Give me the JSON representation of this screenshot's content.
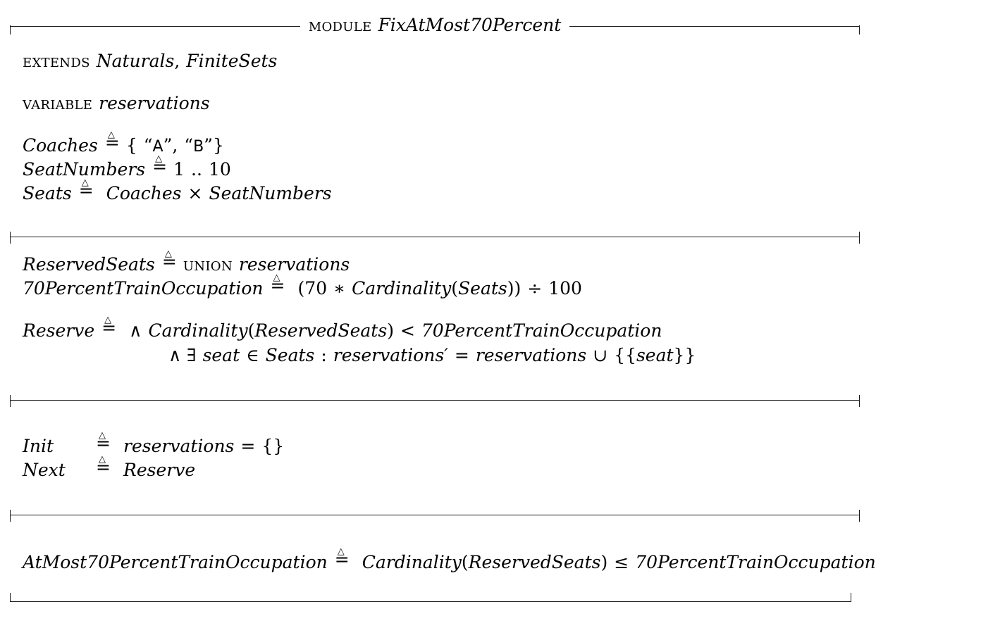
{
  "document": {
    "kind": "tla-module",
    "module_keyword": "module",
    "module_name": "FixAtMost70Percent",
    "background": "#ffffff",
    "ink": "#000000"
  },
  "symbols": {
    "defeq_triangle": "△",
    "defeq_equals": "=",
    "times": "×",
    "divide": "÷",
    "union_op": "∪",
    "member": "∈",
    "exists": "∃",
    "and": "∧",
    "lt": "<",
    "le": "≤",
    "eq": "=",
    "prime": "′",
    "asterisk": "∗",
    "dotdot": "..",
    "comma": ",",
    "colon": ":",
    "lbrace": "{",
    "rbrace": "}",
    "lparen": "(",
    "rparen": ")",
    "empty_set": "{}",
    "lquote": "“",
    "rquote": "”"
  },
  "blocks": {
    "extends": {
      "keyword": "extends",
      "modules": [
        "Naturals",
        "FiniteSets"
      ],
      "text": "EXTENDS Naturals, FiniteSets"
    },
    "variable": {
      "keyword": "variable",
      "names": [
        "reservations"
      ],
      "text": "VARIABLE reservations"
    },
    "constants": {
      "definitions": [
        {
          "name": "Coaches",
          "body_text": "{ “A”, “B” }",
          "elements": [
            "A",
            "B"
          ]
        },
        {
          "name": "SeatNumbers",
          "body_text": "1 .. 10",
          "from": "1",
          "to": "10"
        },
        {
          "name": "Seats",
          "body_text": "Coaches × SeatNumbers",
          "left": "Coaches",
          "right": "SeatNumbers"
        }
      ]
    },
    "operators": {
      "reserved_seats": {
        "name": "ReservedSeats",
        "keyword": "union",
        "argument": "reservations",
        "body_text": "UNION reservations"
      },
      "occupation": {
        "name": "70PercentTrainOccupation",
        "body_text": "(70 ∗ Cardinality(Seats)) ÷ 100",
        "numerator_factor": "70",
        "function": "Cardinality",
        "function_arg": "Seats",
        "divisor": "100"
      },
      "reserve": {
        "name": "Reserve",
        "conjuncts": [
          {
            "text": "Cardinality(ReservedSeats) < 70PercentTrainOccupation",
            "function": "Cardinality",
            "function_arg": "ReservedSeats",
            "relation": "<",
            "rhs": "70PercentTrainOccupation"
          },
          {
            "text": "∃ seat ∈ Seats : reservations′ = reservations ∪ {{seat}}",
            "bound_var": "seat",
            "domain": "Seats",
            "lhs": "reservations′",
            "rhs": "reservations ∪ {{seat}}"
          }
        ]
      }
    },
    "spec": {
      "definitions": [
        {
          "name": "Init",
          "body_text": "reservations = {}",
          "lhs": "reservations",
          "rhs": "{}"
        },
        {
          "name": "Next",
          "body_text": "Reserve",
          "rhs": "Reserve"
        }
      ]
    },
    "invariant": {
      "name": "AtMost70PercentTrainOccupation",
      "body_text": "Cardinality(ReservedSeats) ≤ 70PercentTrainOccupation",
      "function": "Cardinality",
      "function_arg": "ReservedSeats",
      "relation": "≤",
      "rhs": "70PercentTrainOccupation"
    }
  },
  "literals": {
    "Coaches": "Coaches",
    "SeatNumbers": "SeatNumbers",
    "Seats": "Seats",
    "Cardinality": "Cardinality",
    "ReservedSeats": "ReservedSeats",
    "reservations": "reservations",
    "reservations_primed": "reservations′",
    "seat": "seat",
    "Reserve": "Reserve",
    "Init": "Init",
    "Next": "Next",
    "Naturals": "Naturals",
    "FiniteSets": "FiniteSets",
    "occupation_name": "70PercentTrainOccupation",
    "invariant_name": "AtMost70PercentTrainOccupation",
    "n_70": "70",
    "n_100": "100",
    "n_1": "1",
    "n_10": "10",
    "A": "A",
    "B": "B"
  }
}
